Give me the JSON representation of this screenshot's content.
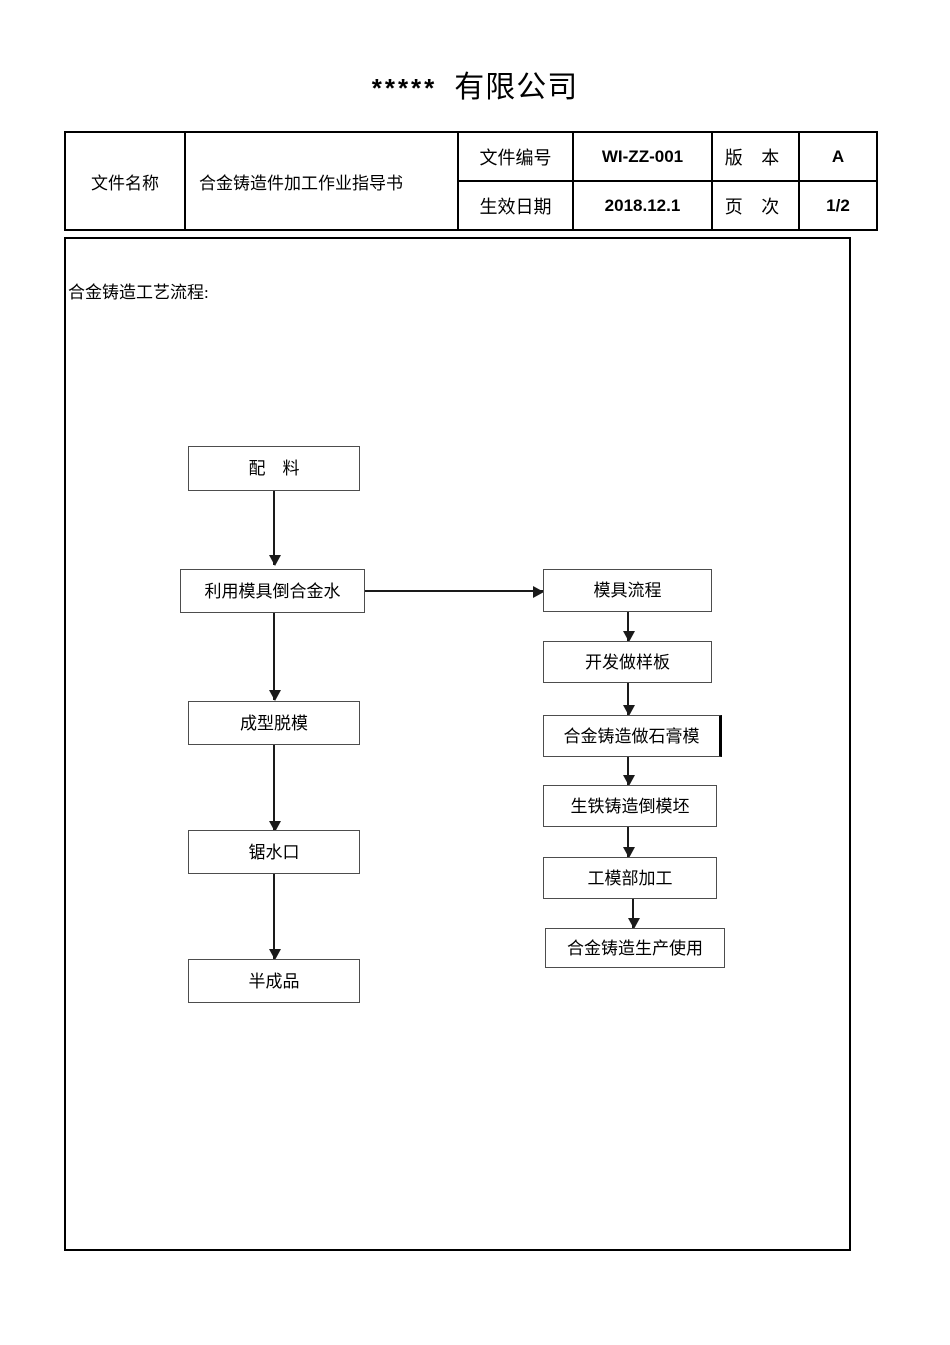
{
  "page": {
    "title_stars": "*****",
    "title_company": "有限公司"
  },
  "header": {
    "doc_name_label": "文件名称",
    "doc_name_value": "合金铸造件加工作业指导书",
    "doc_no_label": "文件编号",
    "doc_no_value": "WI-ZZ-001",
    "version_label": "版 本",
    "version_value": "A",
    "effective_date_label": "生效日期",
    "effective_date_value": "2018.12.1",
    "page_label": "页 次",
    "page_value": "1/2"
  },
  "body": {
    "heading": "合金铸造工艺流程:"
  },
  "chart_data": {
    "type": "diagram",
    "title": "合金铸造工艺流程:",
    "left_column": [
      {
        "id": "n1",
        "label": "配　料"
      },
      {
        "id": "n2",
        "label": "利用模具倒合金水"
      },
      {
        "id": "n3",
        "label": "成型脱模"
      },
      {
        "id": "n4",
        "label": "锯水口"
      },
      {
        "id": "n5",
        "label": "半成品"
      }
    ],
    "right_column": [
      {
        "id": "m1",
        "label": "模具流程"
      },
      {
        "id": "m2",
        "label": "开发做样板"
      },
      {
        "id": "m3",
        "label": "合金铸造做石膏模"
      },
      {
        "id": "m4",
        "label": "生铁铸造倒模坯"
      },
      {
        "id": "m5",
        "label": "工模部加工"
      },
      {
        "id": "m6",
        "label": "合金铸造生产使用"
      }
    ],
    "edges": [
      {
        "from": "n1",
        "to": "n2",
        "direction": "down"
      },
      {
        "from": "n2",
        "to": "n3",
        "direction": "down"
      },
      {
        "from": "n3",
        "to": "n4",
        "direction": "down"
      },
      {
        "from": "n4",
        "to": "n5",
        "direction": "down"
      },
      {
        "from": "n2",
        "to": "m1",
        "direction": "right"
      },
      {
        "from": "m1",
        "to": "m2",
        "direction": "down"
      },
      {
        "from": "m2",
        "to": "m3",
        "direction": "down"
      },
      {
        "from": "m3",
        "to": "m4",
        "direction": "down"
      },
      {
        "from": "m4",
        "to": "m5",
        "direction": "down"
      },
      {
        "from": "m5",
        "to": "m6",
        "direction": "down"
      }
    ]
  }
}
